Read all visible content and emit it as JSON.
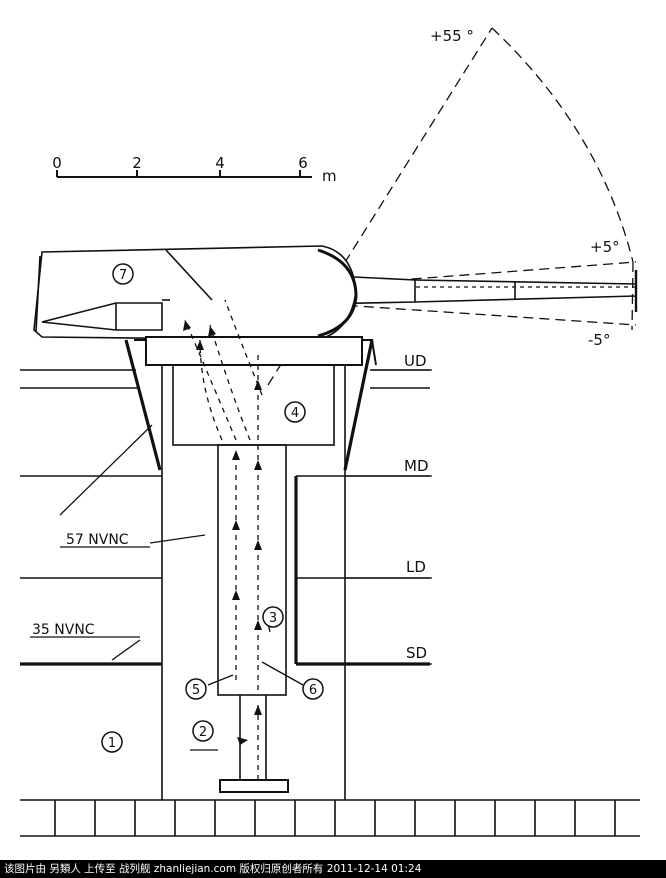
{
  "scale": {
    "ticks": [
      "0",
      "2",
      "4",
      "6"
    ],
    "unit": "m"
  },
  "elevation": {
    "max": "+55 °",
    "upper": "+5°",
    "lower": "-5°"
  },
  "decks": {
    "ud": "UD",
    "md": "MD",
    "ld": "LD",
    "sd": "SD"
  },
  "armor": {
    "belt": "57 NVNC",
    "deck": "35 NVNC"
  },
  "callouts": [
    "1",
    "2",
    "3",
    "4",
    "5",
    "6",
    "7"
  ],
  "footer": "该图片由 另類人 上传至 战列舰 zhanliejian.com 版权归原创者所有 2011-12-14 01:24"
}
